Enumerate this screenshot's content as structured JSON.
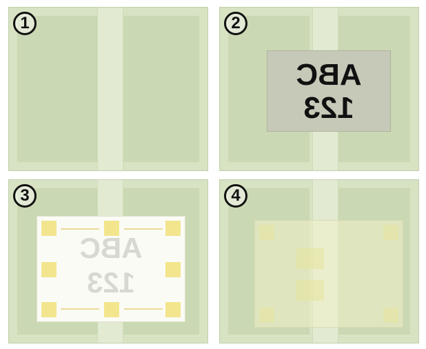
{
  "panels": [
    {
      "step": "1"
    },
    {
      "step": "2",
      "card_lines": [
        "ABC",
        "123"
      ]
    },
    {
      "step": "3",
      "sticker_lines": [
        "ABC",
        "123"
      ]
    },
    {
      "step": "4"
    }
  ],
  "colors": {
    "panel_bg": "#d7e3c2",
    "card_bg": "#c6c9b8",
    "sticker_bg": "#fbfbf6",
    "mark_yellow": "#f0e07a",
    "step_circle": "#111111"
  }
}
